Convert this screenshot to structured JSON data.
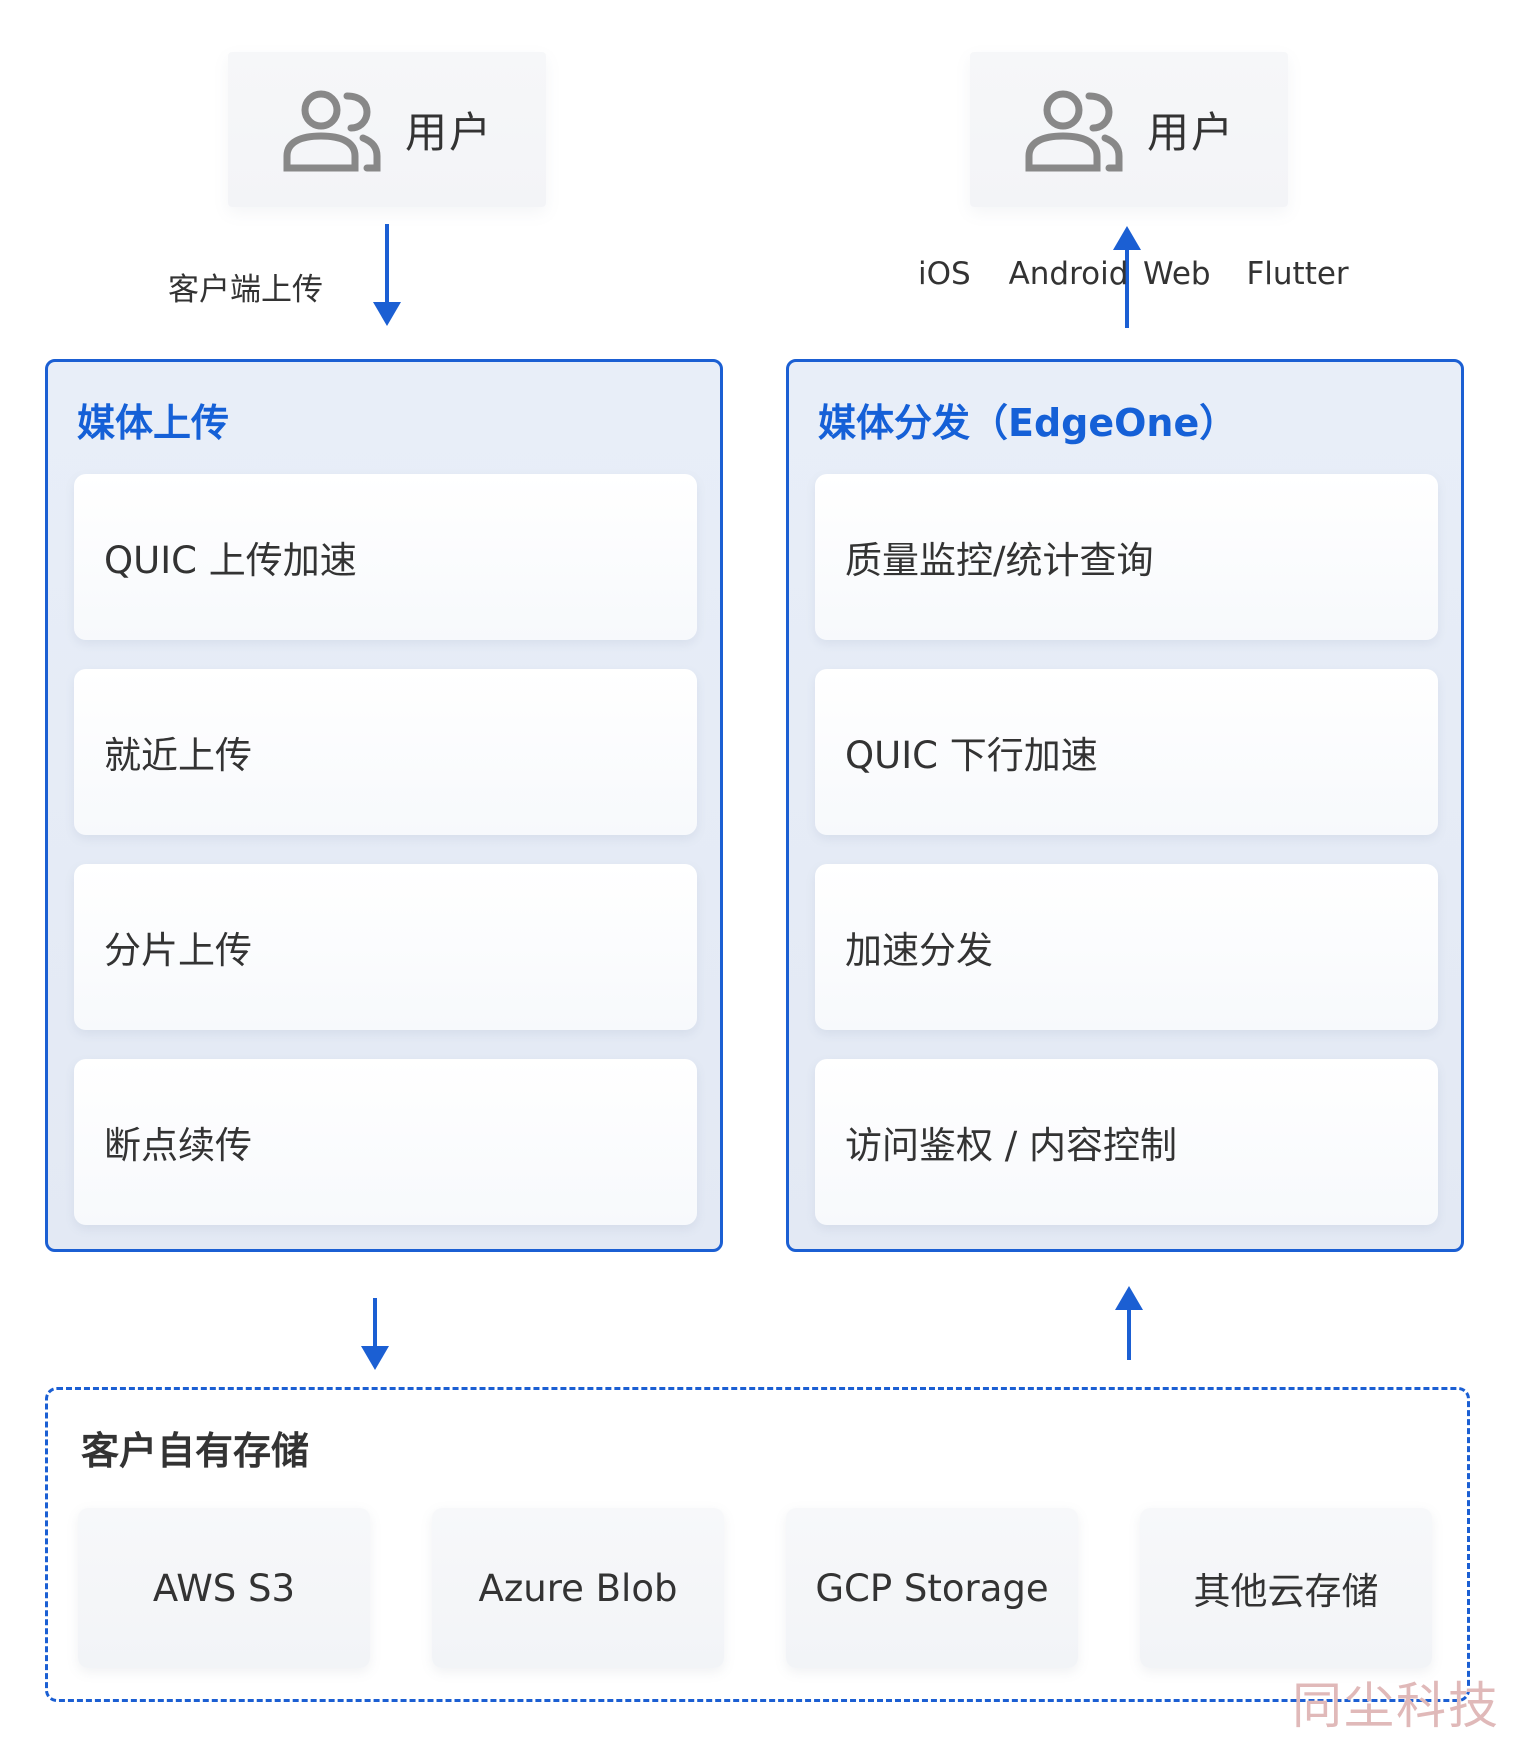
{
  "colors": {
    "accent": "#1b5fd3",
    "title_blue": "#1560d7",
    "icon_gray": "#888888"
  },
  "users": [
    {
      "label": "用户",
      "icon": "users-icon"
    },
    {
      "label": "用户",
      "icon": "users-icon"
    }
  ],
  "upload_flow_label": "客户端上传",
  "platforms": [
    "iOS",
    "Android",
    "Web",
    "Flutter"
  ],
  "upload_panel": {
    "title": "媒体上传",
    "items": [
      "QUIC 上传加速",
      "就近上传",
      "分片上传",
      "断点续传"
    ]
  },
  "delivery_panel": {
    "title": "媒体分发（EdgeOne）",
    "items": [
      "质量监控/统计查询",
      "QUIC 下行加速",
      "加速分发",
      "访问鉴权 / 内容控制"
    ]
  },
  "storage": {
    "title": "客户自有存储",
    "items": [
      "AWS S3",
      "Azure Blob",
      "GCP Storage",
      "其他云存储"
    ]
  },
  "watermark": "同尘科技"
}
